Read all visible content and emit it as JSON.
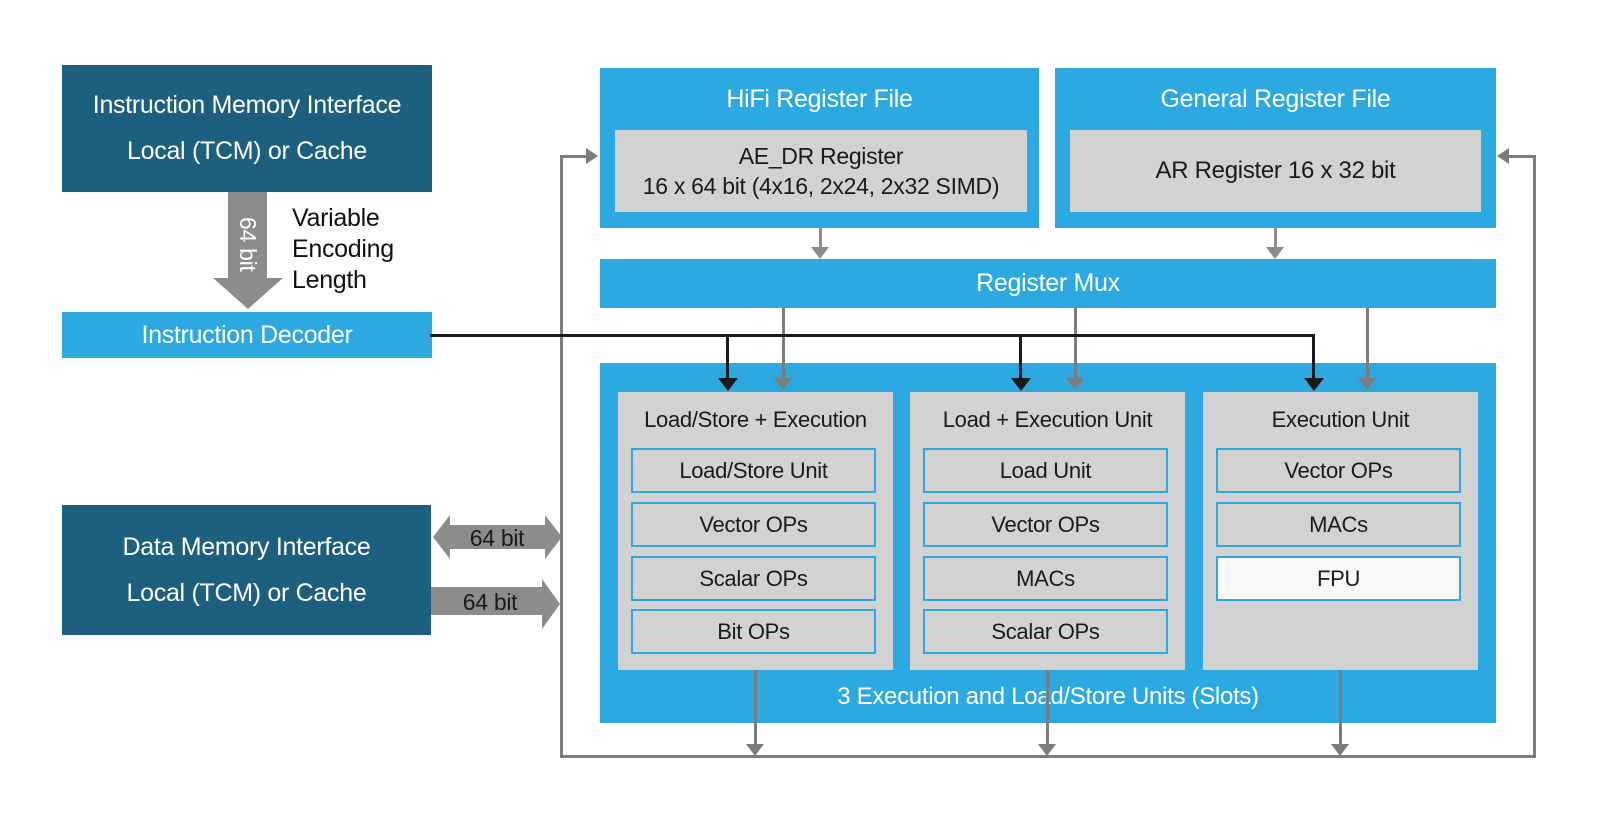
{
  "diagram_title": "HiFi DSP core block diagram",
  "colors": {
    "accent_blue": "#2ba9e0",
    "dark_teal": "#1d5f7e",
    "box_gray": "#d2d2d2",
    "fpu_white": "#f8f8f8",
    "arrow_gray": "#8c8c8c",
    "line_gray": "#7c7c7c",
    "line_black": "#1a1a1a"
  },
  "instruction_memory": {
    "line1": "Instruction Memory Interface",
    "line2": "Local (TCM) or Cache"
  },
  "fetch_arrow_label": "64 bit",
  "encoding_note": {
    "line1": "Variable",
    "line2": "Encoding",
    "line3": "Length"
  },
  "instruction_decoder": {
    "label": "Instruction Decoder"
  },
  "hifi_register_file": {
    "title": "HiFi Register File",
    "register_line1": "AE_DR Register",
    "register_line2": "16 x 64 bit (4x16, 2x24, 2x32 SIMD)"
  },
  "general_register_file": {
    "title": "General Register File",
    "register": "AR Register 16 x 32 bit"
  },
  "register_mux": {
    "label": "Register Mux"
  },
  "execution_block": {
    "caption": "3 Execution and Load/Store Units (Slots)",
    "units": [
      {
        "title": "Load/Store + Execution",
        "ops": [
          "Load/Store Unit",
          "Vector OPs",
          "Scalar OPs",
          "Bit OPs"
        ]
      },
      {
        "title": "Load + Execution Unit",
        "ops": [
          "Load Unit",
          "Vector OPs",
          "MACs",
          "Scalar OPs"
        ]
      },
      {
        "title": "Execution Unit",
        "ops": [
          "Vector OPs",
          "MACs",
          "FPU"
        ]
      }
    ]
  },
  "data_memory": {
    "line1": "Data Memory Interface",
    "line2": "Local (TCM) or Cache",
    "bus_top_label": "64 bit",
    "bus_bottom_label": "64 bit"
  }
}
